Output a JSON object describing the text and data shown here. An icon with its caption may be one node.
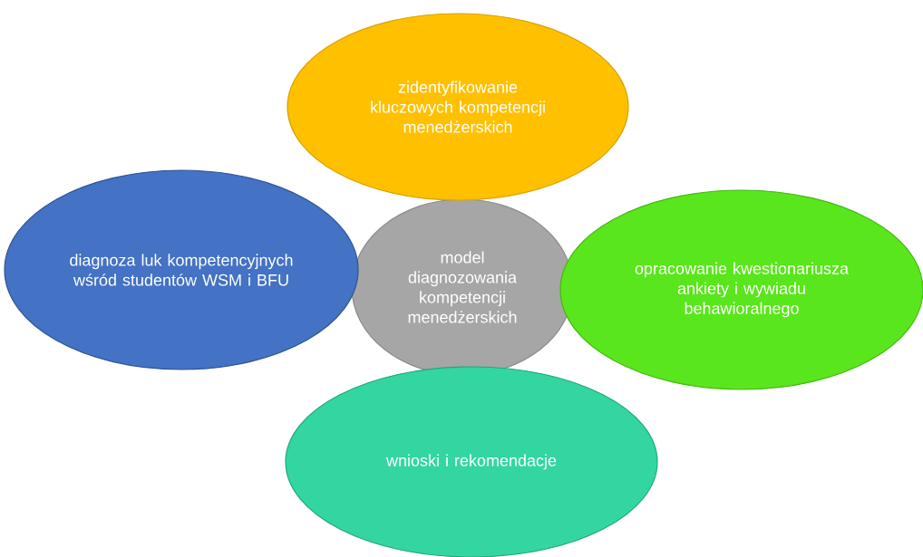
{
  "diagram": {
    "nodes": [
      {
        "text": [
          "zidentyfikowanie kluczowych kompetencji menedżerskich"
        ]
      },
      {
        "text": [
          "diagnoza luk kompetencyjnych wśród studentów WSM i BFU"
        ]
      },
      {
        "text": [
          "model diagnozowania kompetencji menedżerskich"
        ]
      },
      {
        "text": [
          "opracowanie kwestionariusza ankiety i wywiadu behawioralnego"
        ]
      },
      {
        "text": [
          "wnioski i rekomendacje"
        ]
      }
    ]
  }
}
